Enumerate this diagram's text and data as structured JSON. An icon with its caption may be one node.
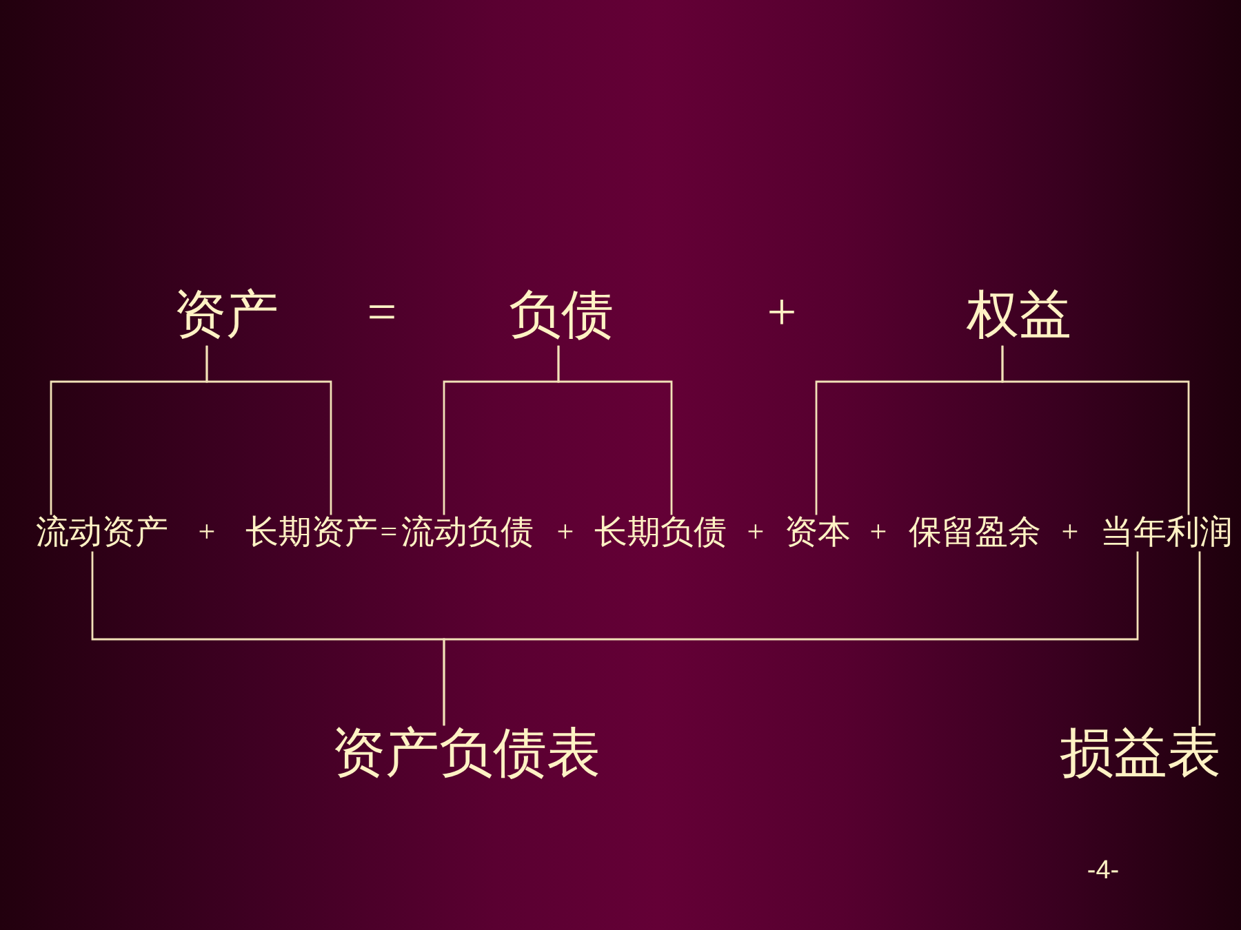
{
  "diagram": {
    "nodes": [
      {
        "text": [
          "资产"
        ]
      },
      {
        "text": [
          "负债"
        ]
      },
      {
        "text": [
          "权益"
        ]
      },
      {
        "text": [
          "流动资产"
        ]
      },
      {
        "text": [
          "长期资产"
        ]
      },
      {
        "text": [
          "流动负债"
        ]
      },
      {
        "text": [
          "长期负债"
        ]
      },
      {
        "text": [
          "资本"
        ]
      },
      {
        "text": [
          "当年利润"
        ]
      },
      {
        "text": [
          "资产负债表"
        ]
      },
      {
        "text": [
          "损益表"
        ]
      }
    ],
    "edges": [
      {
        "from": 0,
        "to": 3,
        "arrow": "none"
      },
      {
        "from": 0,
        "to": 4,
        "arrow": "none"
      },
      {
        "from": 1,
        "to": 5,
        "arrow": "none"
      },
      {
        "from": 1,
        "to": 6,
        "arrow": "none"
      },
      {
        "from": 2,
        "to": 7,
        "arrow": "none"
      },
      {
        "from": 2,
        "to": 8,
        "arrow": "none"
      },
      {
        "from": 3,
        "to": 9,
        "arrow": "none"
      },
      {
        "from": 8,
        "to": 9,
        "arrow": "none"
      },
      {
        "from": 8,
        "to": 10,
        "arrow": "none"
      }
    ],
    "labels": [
      "=",
      "+",
      "+",
      "=",
      "+",
      "+",
      "+",
      "保留盈余",
      "+",
      "-4-"
    ]
  }
}
